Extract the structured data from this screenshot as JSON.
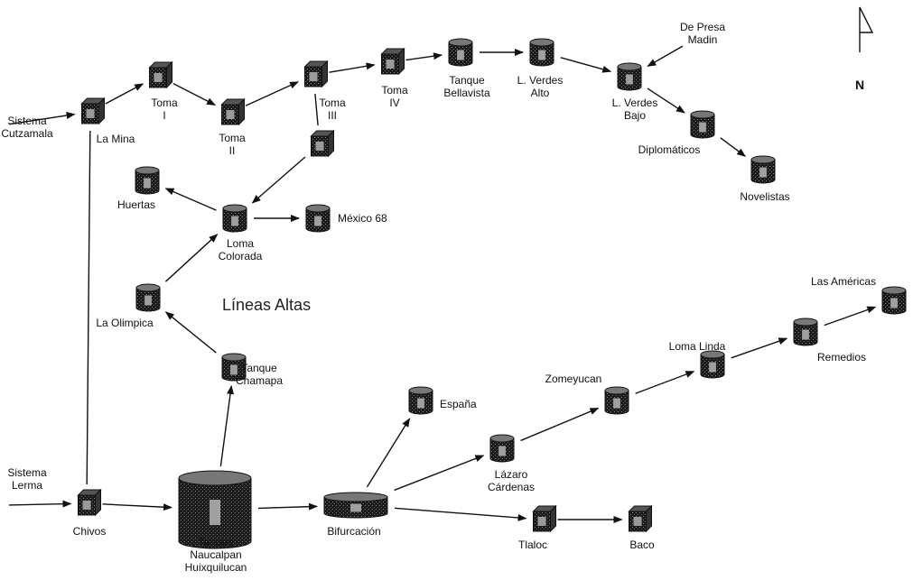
{
  "title": "Líneas Altas",
  "north": "N",
  "nodes": [
    {
      "id": "lamina",
      "kind": "cube",
      "label": [
        "La Mina"
      ]
    },
    {
      "id": "toma1",
      "kind": "cube",
      "label": [
        "Toma",
        "I"
      ]
    },
    {
      "id": "toma2",
      "kind": "cube",
      "label": [
        "Toma",
        "II"
      ]
    },
    {
      "id": "toma3",
      "kind": "cube",
      "label": [
        "Toma",
        "III"
      ]
    },
    {
      "id": "toma3b",
      "kind": "cube",
      "label": []
    },
    {
      "id": "toma4",
      "kind": "cube",
      "label": [
        "Toma",
        "IV"
      ]
    },
    {
      "id": "bellavista",
      "kind": "cyl",
      "label": [
        "Tanque",
        "Bellavista"
      ]
    },
    {
      "id": "lverdesalto",
      "kind": "cyl",
      "label": [
        "L. Verdes",
        "Alto"
      ]
    },
    {
      "id": "lverdesbajo",
      "kind": "cyl",
      "label": [
        "L. Verdes",
        "Bajo"
      ]
    },
    {
      "id": "diplomaticos",
      "kind": "cyl",
      "label": [
        "Diplomáticos"
      ]
    },
    {
      "id": "novelistas",
      "kind": "cyl",
      "label": [
        "Novelistas"
      ]
    },
    {
      "id": "huertas",
      "kind": "cyl",
      "label": [
        "Huertas"
      ]
    },
    {
      "id": "lomacolorada",
      "kind": "cyl",
      "label": [
        "Loma",
        "Colorada"
      ]
    },
    {
      "id": "mexico68",
      "kind": "cyl",
      "label": [
        "México 68"
      ]
    },
    {
      "id": "laolimpica",
      "kind": "cyl",
      "label": [
        "La Olimpica"
      ]
    },
    {
      "id": "chamapa",
      "kind": "cyl",
      "label": [
        "Tanque",
        "Chamapa"
      ]
    },
    {
      "id": "chivos",
      "kind": "cube",
      "label": [
        "Chivos"
      ]
    },
    {
      "id": "naucalpan",
      "kind": "bigcyl",
      "label": [
        "Tanque",
        "Naucalpan",
        "Huixquilucan"
      ]
    },
    {
      "id": "bifurcacion",
      "kind": "widecyl",
      "label": [
        "Bifurcación"
      ]
    },
    {
      "id": "espana",
      "kind": "cyl",
      "label": [
        "España"
      ]
    },
    {
      "id": "lazaro",
      "kind": "cyl",
      "label": [
        "Lázaro",
        "Cárdenas"
      ]
    },
    {
      "id": "zomeyucan",
      "kind": "cyl",
      "label": [
        "Zomeyucan"
      ]
    },
    {
      "id": "lomalinda",
      "kind": "cyl",
      "label": [
        "Loma Linda"
      ]
    },
    {
      "id": "remedios",
      "kind": "cyl",
      "label": [
        "Remedios"
      ]
    },
    {
      "id": "lasamericas",
      "kind": "cyl",
      "label": [
        "Las Américas"
      ]
    },
    {
      "id": "tlaloc",
      "kind": "cube",
      "label": [
        "Tlaloc"
      ]
    },
    {
      "id": "baco",
      "kind": "cube",
      "label": [
        "Baco"
      ]
    }
  ],
  "sources": [
    {
      "id": "cutzamala",
      "label": [
        "Sistema",
        "Cutzamala"
      ]
    },
    {
      "id": "lerma",
      "label": [
        "Sistema",
        "Lerma"
      ]
    },
    {
      "id": "presamadin",
      "label": [
        "De Presa",
        "Madin"
      ]
    }
  ],
  "edges": [
    {
      "from": "cutzamala",
      "to": "lamina",
      "arrow": true
    },
    {
      "from": "lamina",
      "to": "toma1",
      "arrow": true
    },
    {
      "from": "toma1",
      "to": "toma2",
      "arrow": true
    },
    {
      "from": "toma2",
      "to": "toma3",
      "arrow": true
    },
    {
      "from": "toma3",
      "to": "toma4",
      "arrow": true
    },
    {
      "from": "toma4",
      "to": "bellavista",
      "arrow": true
    },
    {
      "from": "bellavista",
      "to": "lverdesalto",
      "arrow": true
    },
    {
      "from": "lverdesalto",
      "to": "lverdesbajo",
      "arrow": true
    },
    {
      "from": "presamadin",
      "to": "lverdesbajo",
      "arrow": true
    },
    {
      "from": "lverdesbajo",
      "to": "diplomaticos",
      "arrow": true
    },
    {
      "from": "diplomaticos",
      "to": "novelistas",
      "arrow": true
    },
    {
      "from": "toma3",
      "to": "toma3b",
      "arrow": false
    },
    {
      "from": "toma3b",
      "to": "lomacolorada",
      "arrow": true
    },
    {
      "from": "lomacolorada",
      "to": "huertas",
      "arrow": true
    },
    {
      "from": "lomacolorada",
      "to": "mexico68",
      "arrow": true
    },
    {
      "from": "laolimpica",
      "to": "lomacolorada",
      "arrow": true
    },
    {
      "from": "chamapa",
      "to": "laolimpica",
      "arrow": true
    },
    {
      "from": "naucalpan",
      "to": "chamapa",
      "arrow": true
    },
    {
      "from": "lerma",
      "to": "chivos",
      "arrow": true
    },
    {
      "from": "chivos",
      "to": "lamina",
      "arrow": false
    },
    {
      "from": "chivos",
      "to": "naucalpan",
      "arrow": true
    },
    {
      "from": "naucalpan",
      "to": "bifurcacion",
      "arrow": true
    },
    {
      "from": "bifurcacion",
      "to": "espana",
      "arrow": true
    },
    {
      "from": "bifurcacion",
      "to": "lazaro",
      "arrow": true
    },
    {
      "from": "bifurcacion",
      "to": "tlaloc",
      "arrow": true
    },
    {
      "from": "tlaloc",
      "to": "baco",
      "arrow": true
    },
    {
      "from": "lazaro",
      "to": "zomeyucan",
      "arrow": true
    },
    {
      "from": "zomeyucan",
      "to": "lomalinda",
      "arrow": true
    },
    {
      "from": "lomalinda",
      "to": "remedios",
      "arrow": true
    },
    {
      "from": "remedios",
      "to": "lasamericas",
      "arrow": true
    }
  ]
}
